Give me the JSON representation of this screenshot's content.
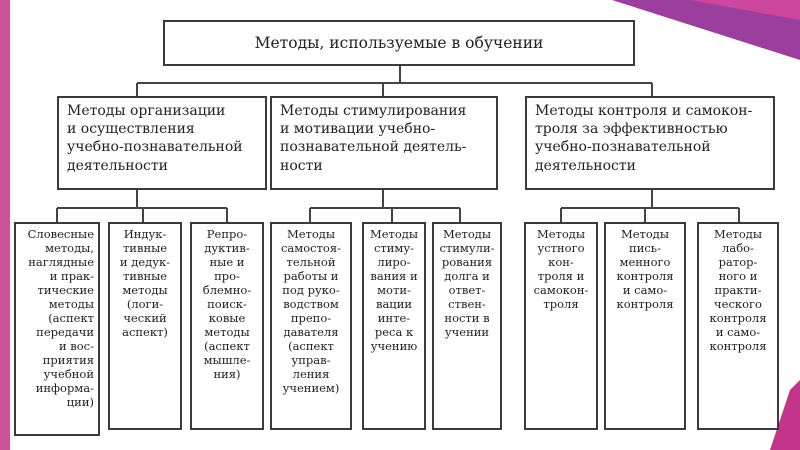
{
  "colors": {
    "accent_magenta": "#c2358a",
    "accent_purple": "#9c3e9d",
    "line": "#444444",
    "border": "#3a3a3a"
  },
  "title": "Методы, используемые в обучении",
  "groups": [
    {
      "label": "Методы организации\nи осуществления\nучебно-познавательной\nдеятельности"
    },
    {
      "label": "Методы стимулирования\nи мотивации учебно-\nпознавательной деятель-\nности"
    },
    {
      "label": "Методы контроля и самокон-\nтроля за эффективностью\nучебно-познавательной\nдеятельности"
    }
  ],
  "leaves": [
    {
      "label": "Словесные\nметоды,\nнаглядные\nи прак-\nтические\nметоды\n(аспект\nпередачи\nи вос-\nприятия\nучебной\nинформа-\nции)"
    },
    {
      "label": "Индук-\nтивные\nи дедук-\nтивные\nметоды\n(логи-\nческий\nаспект)"
    },
    {
      "label": "Репро-\nдуктив-\nные и\nпро-\nблемно-\nпоиск-\nковые\nметоды\n(аспект\nмышле-\nния)"
    },
    {
      "label": "Методы\nсамостоя-\nтельной\nработы и\nпод руко-\nводством\nпрепо-\nдавателя\n(аспект\nуправ-\nления\nучением)"
    },
    {
      "label": "Методы\nстиму-\nлиро-\nвания и\nмоти-\nвации\nинте-\nреса к\nучению"
    },
    {
      "label": "Методы\nстимули-\nрования\nдолга и\nответ-\nствен-\nности в\nучении"
    },
    {
      "label": "Методы\nустного\nкон-\nтроля и\nсамокон-\nтроля"
    },
    {
      "label": "Методы\nпись-\nменного\nконтроля\nи само-\nконтроля"
    },
    {
      "label": "Методы\nлабо-\nратор-\nного и\nпракти-\nческого\nконтроля\nи само-\nконтроля"
    }
  ]
}
